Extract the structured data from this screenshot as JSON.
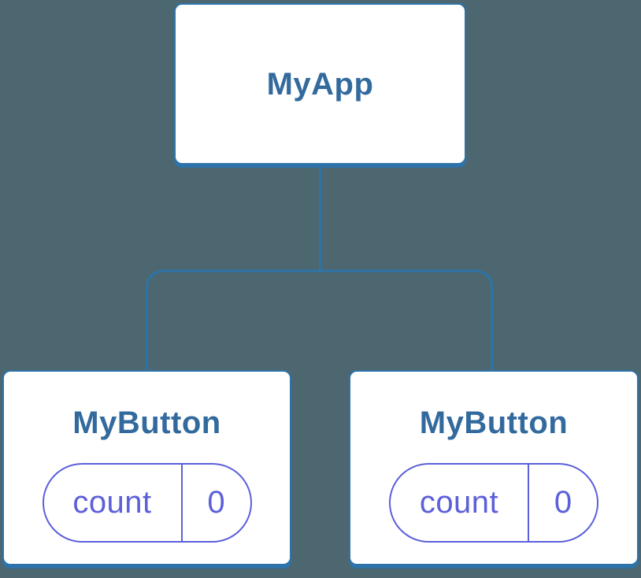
{
  "theme": {
    "background": "#4d6770",
    "line_blue": "#2d73aa",
    "label_blue": "#336a9e",
    "pill_purple": "#5c60d9",
    "node_fill": "#ffffff"
  },
  "tree": {
    "root": {
      "label": "MyApp"
    },
    "children": [
      {
        "label": "MyButton",
        "state": {
          "key": "count",
          "value": "0"
        }
      },
      {
        "label": "MyButton",
        "state": {
          "key": "count",
          "value": "0"
        }
      }
    ]
  }
}
